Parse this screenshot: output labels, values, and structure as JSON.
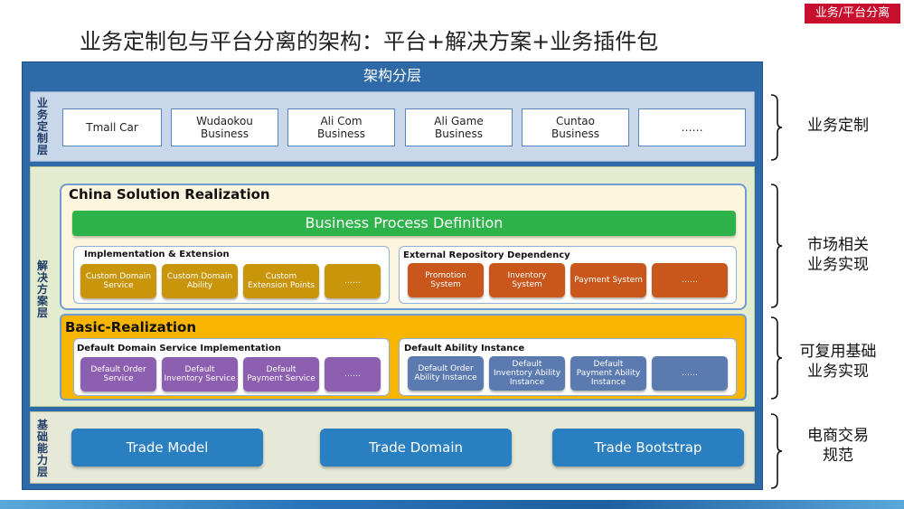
{
  "title": "业务定制包与平台分离的架构：平台+解决方案+业务插件包",
  "tag": "业务/平台分离",
  "frame_title": "架构分层",
  "layers": {
    "customization": {
      "label": "业务定制层",
      "boxes": [
        "Tmall Car",
        "Wudaokou\nBusiness",
        "Ali Com\nBusiness",
        "Ali Game\nBusiness",
        "Cuntao\nBusiness",
        "……"
      ]
    },
    "solution": {
      "label": "解决方案层",
      "china": {
        "title": "China Solution Realization",
        "bar": "Business Process Definition",
        "impl": {
          "title": "Implementation & Extension",
          "tiles": [
            "Custom Domain\nService",
            "Custom Domain\nAbility",
            "Custom\nExtension Points",
            "……"
          ]
        },
        "external": {
          "title": "External Repository Dependency",
          "tiles": [
            "Promotion\nSystem",
            "Inventory\nSystem",
            "Payment System",
            "……"
          ]
        }
      },
      "basic": {
        "title": "Basic-Realization",
        "domain": {
          "title": "Default Domain Service Implementation",
          "tiles": [
            "Default Order\nService",
            "Default\nInventory Service",
            "Default\nPayment Service",
            "……"
          ]
        },
        "ability": {
          "title": "Default Ability Instance",
          "tiles": [
            "Default Order\nAbility Instance",
            "Default\nInventory Ability\nInstance",
            "Default\nPayment Ability\nInstance",
            "……"
          ]
        }
      }
    },
    "foundation": {
      "label": "基础能力层",
      "buttons": [
        "Trade Model",
        "Trade Domain",
        "Trade Bootstrap"
      ]
    }
  },
  "right_labels": [
    "业务定制",
    "市场相关\n业务实现",
    "可复用基础\n业务实现",
    "电商交易\n规范"
  ]
}
